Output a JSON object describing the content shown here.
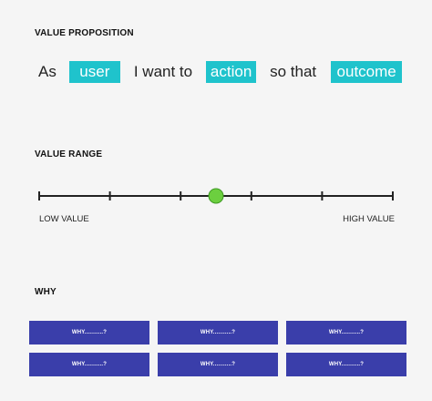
{
  "sections": {
    "value_proposition": "VALUE PROPOSITION",
    "value_range": "VALUE RANGE",
    "why": "WHY"
  },
  "sentence": {
    "as": "As",
    "user": "user",
    "i_want_to": "I want to",
    "action": "action",
    "so_that": "so that",
    "outcome": "outcome"
  },
  "range": {
    "low_label": "LOW VALUE",
    "high_label": "HIGH VALUE",
    "tick_count": 6,
    "marker_fraction": 0.5,
    "marker_color": "#6ccf3f",
    "line_color": "#222222"
  },
  "why_items": [
    "WHY...........?",
    "WHY...........?",
    "WHY...........?",
    "WHY...........?",
    "WHY...........?",
    "WHY...........?"
  ],
  "colors": {
    "chip": "#1fc3cc",
    "why_box": "#3a3eaa",
    "background": "#f5f5f5"
  }
}
